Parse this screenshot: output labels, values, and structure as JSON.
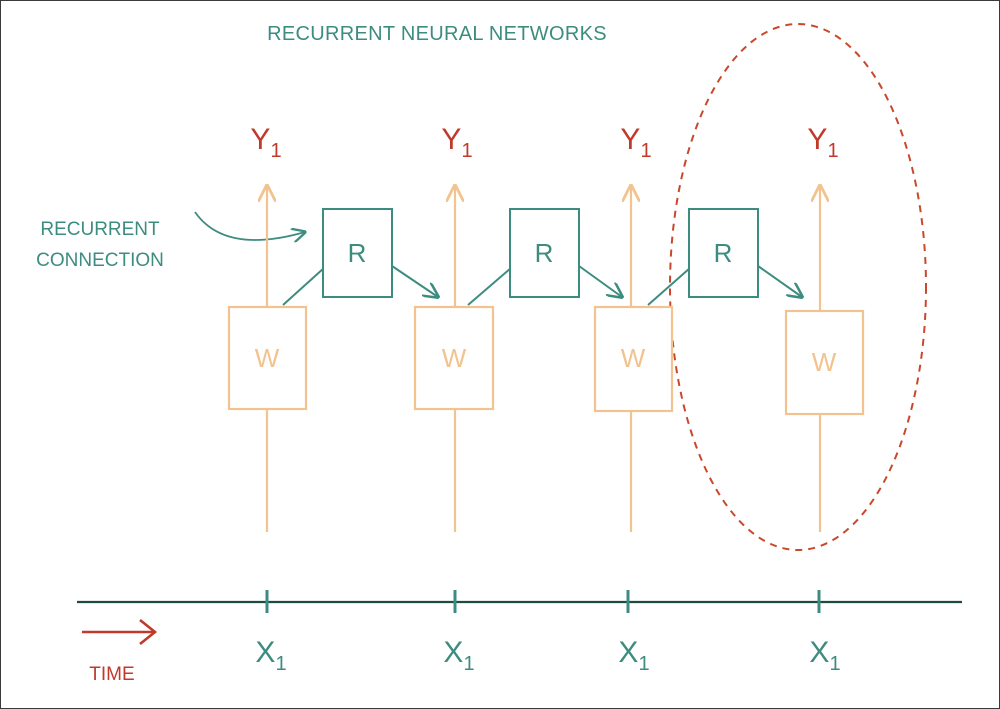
{
  "title": "RECURRENT NEURAL NETWORKS",
  "recurrent_label": [
    "RECURRENT",
    "CONNECTION"
  ],
  "time_label": "TIME",
  "output": {
    "symbol": "Y",
    "subscript": "1"
  },
  "input": {
    "symbol": "X",
    "subscript": "1"
  },
  "weight_box_label": "W",
  "recurrent_box_label": "R",
  "colors": {
    "teal": "#3d8c80",
    "orange": "#f3c38f",
    "red": "#c0392b",
    "axis": "#1f4a44",
    "dashed": "#c9482b"
  }
}
